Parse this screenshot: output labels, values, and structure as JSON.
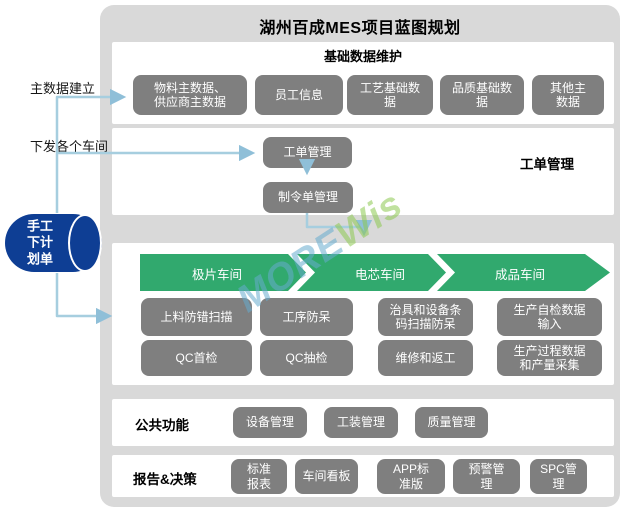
{
  "title": "湖州百成MES项目蓝图规划",
  "left_side": {
    "master_data_label": "主数据建立",
    "dispatch_label": "下发各个车间",
    "cylinder_text": "手工\n下计\n划单"
  },
  "sections": {
    "base_data": {
      "heading": "基础数据维护",
      "boxes": [
        "物料主数据、\n供应商主数据",
        "员工信息",
        "工艺基础数\n据",
        "品质基础数\n据",
        "其他主\n数据"
      ]
    },
    "work_order": {
      "side_heading": "工单管理",
      "boxes": [
        "工单管理",
        "制令单管理"
      ]
    },
    "workshops": {
      "banner": [
        "极片车间",
        "电芯车间",
        "成品车间"
      ],
      "row1": [
        "上料防错扫描",
        "工序防呆",
        "治具和设备条\n码扫描防呆",
        "生产自检数据\n输入"
      ],
      "row2": [
        "QC首检",
        "QC抽检",
        "维修和返工",
        "生产过程数据\n和产量采集"
      ]
    },
    "common": {
      "heading": "公共功能",
      "boxes": [
        "设备管理",
        "工装管理",
        "质量管理"
      ]
    },
    "report": {
      "heading": "报告&决策",
      "boxes": [
        "标准\n报表",
        "车间看板",
        "APP标\n准版",
        "预警管\n理",
        "SPC管\n理"
      ]
    }
  },
  "watermark": {
    "part1": "MORE",
    "part2": "Wis"
  },
  "colors": {
    "panel_gray": "#d9d9d9",
    "box_gray": "#7f7f7f",
    "banner_green": "#31a96e",
    "cylinder_blue": "#0e3e94",
    "connector_blue": "#a6cedf",
    "watermark_blue": "#66acce",
    "watermark_green": "#8cc850"
  }
}
